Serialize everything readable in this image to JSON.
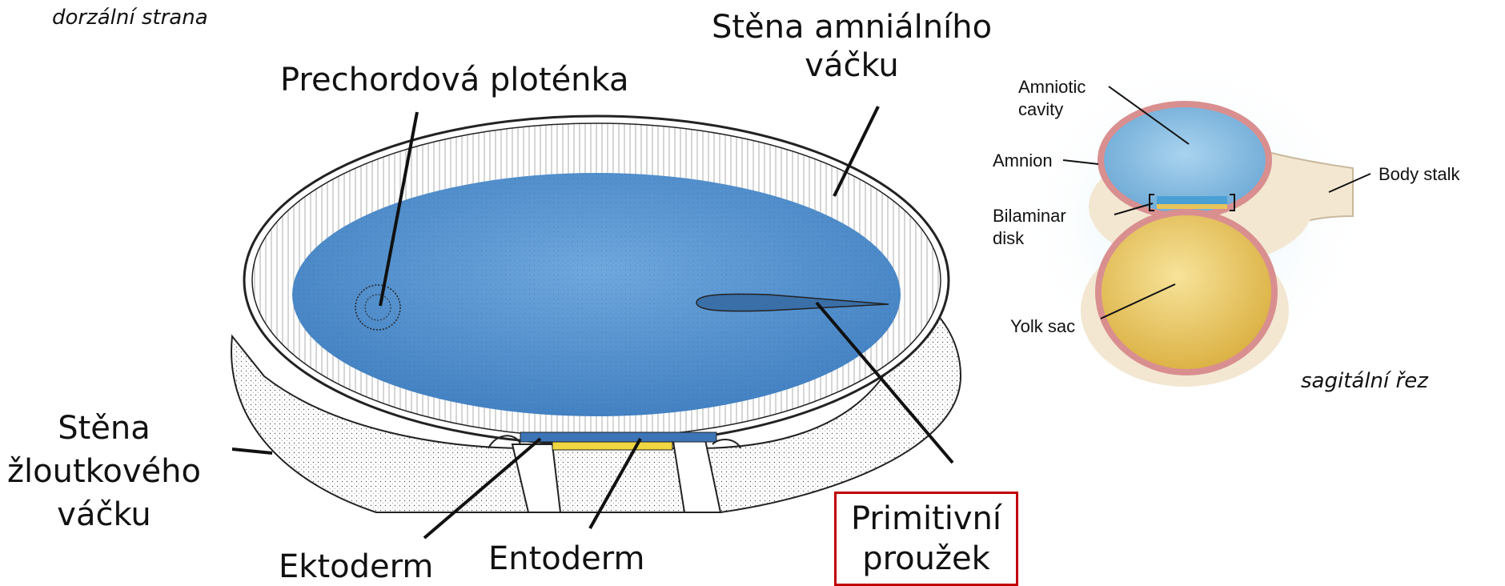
{
  "labels": {
    "dorsal_side": "dorzální strana",
    "amnion_wall_line1": "Stěna amniálního",
    "amnion_wall_line2": "váčku",
    "prechordal_plate": "Prechordová ploténka",
    "yolk_wall_line1": "Stěna",
    "yolk_wall_line2": "žloutkového",
    "yolk_wall_line3": "váčku",
    "ectoderm": "Ektoderm",
    "endoderm": "Entoderm",
    "primitive_streak_line1": "Primitivní",
    "primitive_streak_line2": "proužek",
    "sagittal_section": "sagitální řez"
  },
  "inset": {
    "amniotic_cavity_line1": "Amniotic",
    "amniotic_cavity_line2": "cavity",
    "amnion": "Amnion",
    "bilaminar_line1": "Bilaminar",
    "bilaminar_line2": "disk",
    "yolk_sac": "Yolk sac",
    "body_stalk": "Body stalk"
  },
  "colors": {
    "epiblast_blue": "#4f8fce",
    "yolk_yellow": "#e8c55a",
    "amnion_pink": "#e2a0a0",
    "highlight_red": "#c00000"
  }
}
